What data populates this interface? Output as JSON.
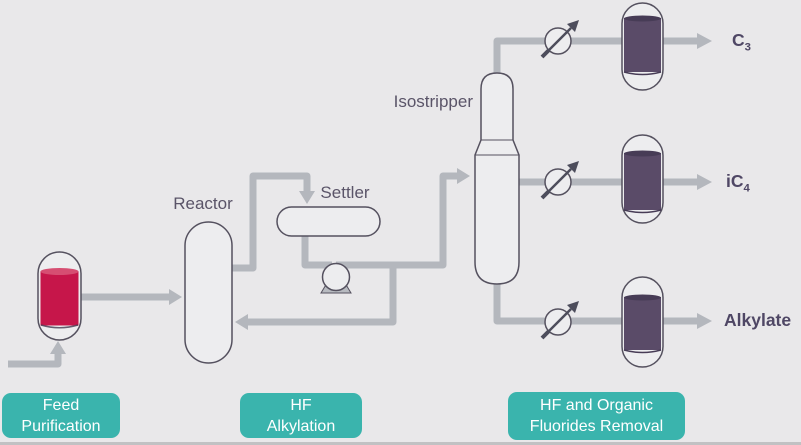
{
  "colors": {
    "bg": "#E9E8EA",
    "pipe": "#B4B7BD",
    "outline": "#55515F",
    "vessel_fill": "#EDEDEF",
    "purple": "#5A4B68",
    "purple_dark": "#473C56",
    "red": "#C6164A",
    "red_light": "#D64E72",
    "teal": "#3AB4AD",
    "label": "#5A5468",
    "product_label": "#4F4765",
    "exchanger_arrow": "#4D4D5C",
    "bottom_strip": "#C1C1C3"
  },
  "equipment": {
    "reactor": "Reactor",
    "settler": "Settler",
    "isostripper": "Isostripper"
  },
  "products": [
    {
      "name": "C",
      "sub": "3"
    },
    {
      "name": "iC",
      "sub": "4"
    },
    {
      "name": "Alkylate",
      "sub": ""
    }
  ],
  "stages": [
    {
      "line1": "Feed",
      "line2": "Purification"
    },
    {
      "line1": "HF",
      "line2": "Alkylation"
    },
    {
      "line1": "HF and Organic",
      "line2": "Fluorides Removal"
    }
  ]
}
